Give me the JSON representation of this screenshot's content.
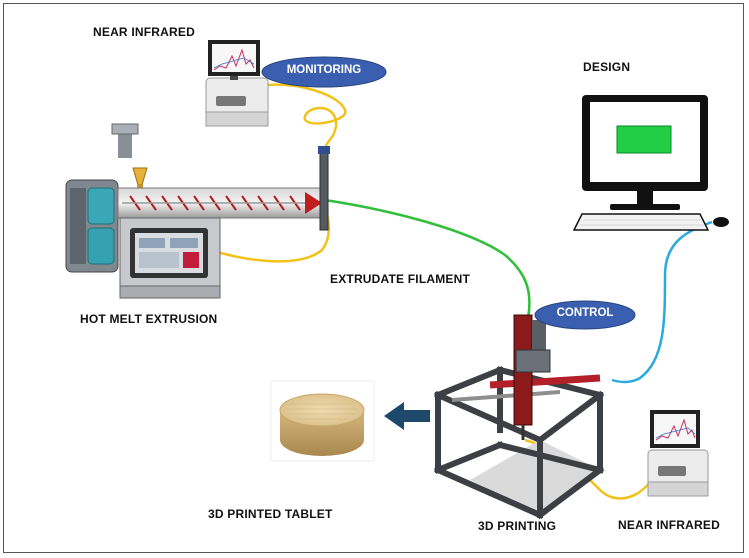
{
  "labels": {
    "near_infrared_top": "NEAR INFRARED",
    "monitoring": "MONITORING",
    "design": "DESIGN",
    "hot_melt_extrusion": "HOT MELT EXTRUSION",
    "extrudate_filament": "EXTRUDATE FILAMENT",
    "control": "CONTROL",
    "printed_tablet": "3D PRINTED TABLET",
    "printing": "3D PRINTING",
    "near_infrared_bottom": "NEAR INFRARED"
  },
  "colors": {
    "pill_blue": "#3a5fb0",
    "cable_yellow": "#f2c21b",
    "filament_green": "#2fbf3a",
    "cable_blue": "#2aaae0",
    "arrow_navy": "#1d4a6b",
    "tablet_tan": "#dcc291",
    "screen_green": "#22cc44"
  }
}
